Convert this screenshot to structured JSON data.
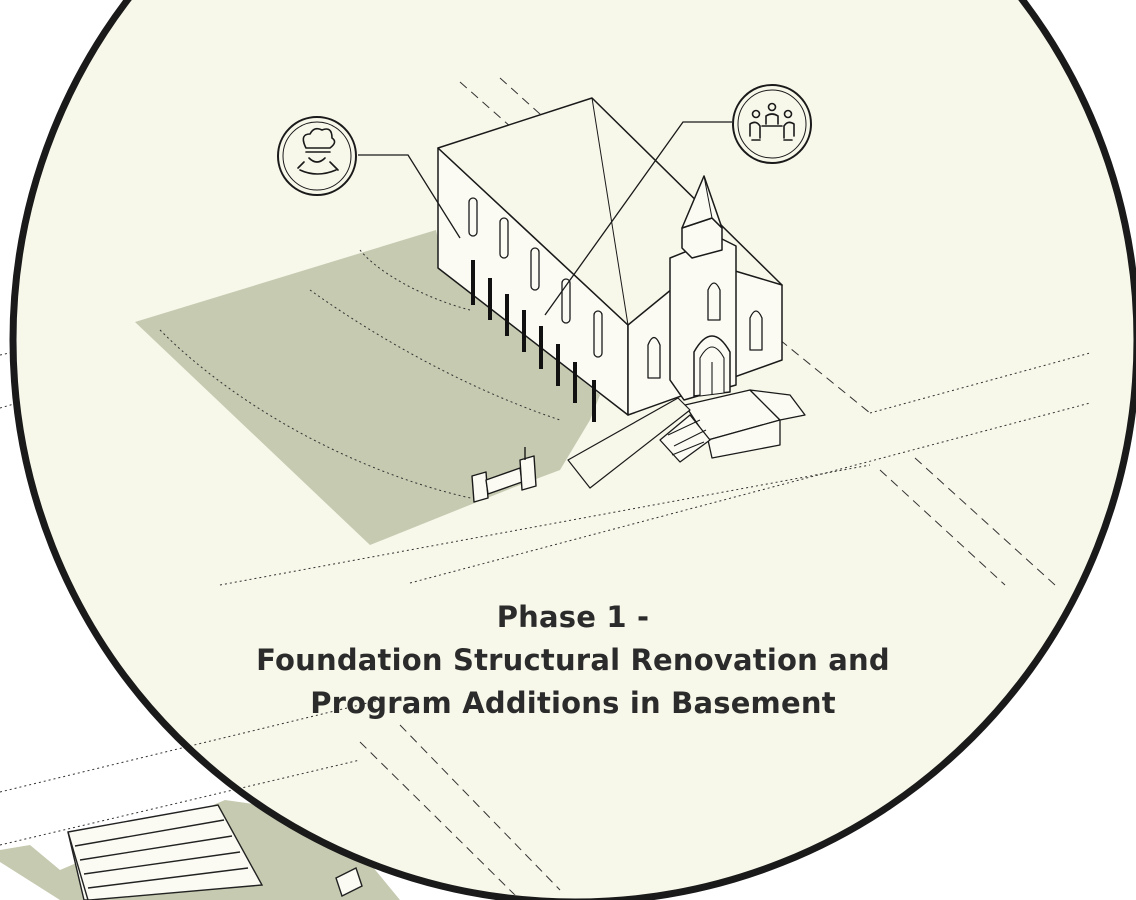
{
  "caption": {
    "line1": "Phase 1 -",
    "line2": "Foundation Structural Renovation and",
    "line3": "Program Additions in Basement"
  },
  "colors": {
    "background": "#ffffff",
    "circle_fill": "#f7f7ea",
    "circle_stroke": "#1a1a1a",
    "lawn": "#c5cab0",
    "line": "#222222",
    "text": "#2b2b2b"
  },
  "icons": {
    "callout_left": "chef-kitchen-icon",
    "callout_right": "meeting-table-icon"
  }
}
